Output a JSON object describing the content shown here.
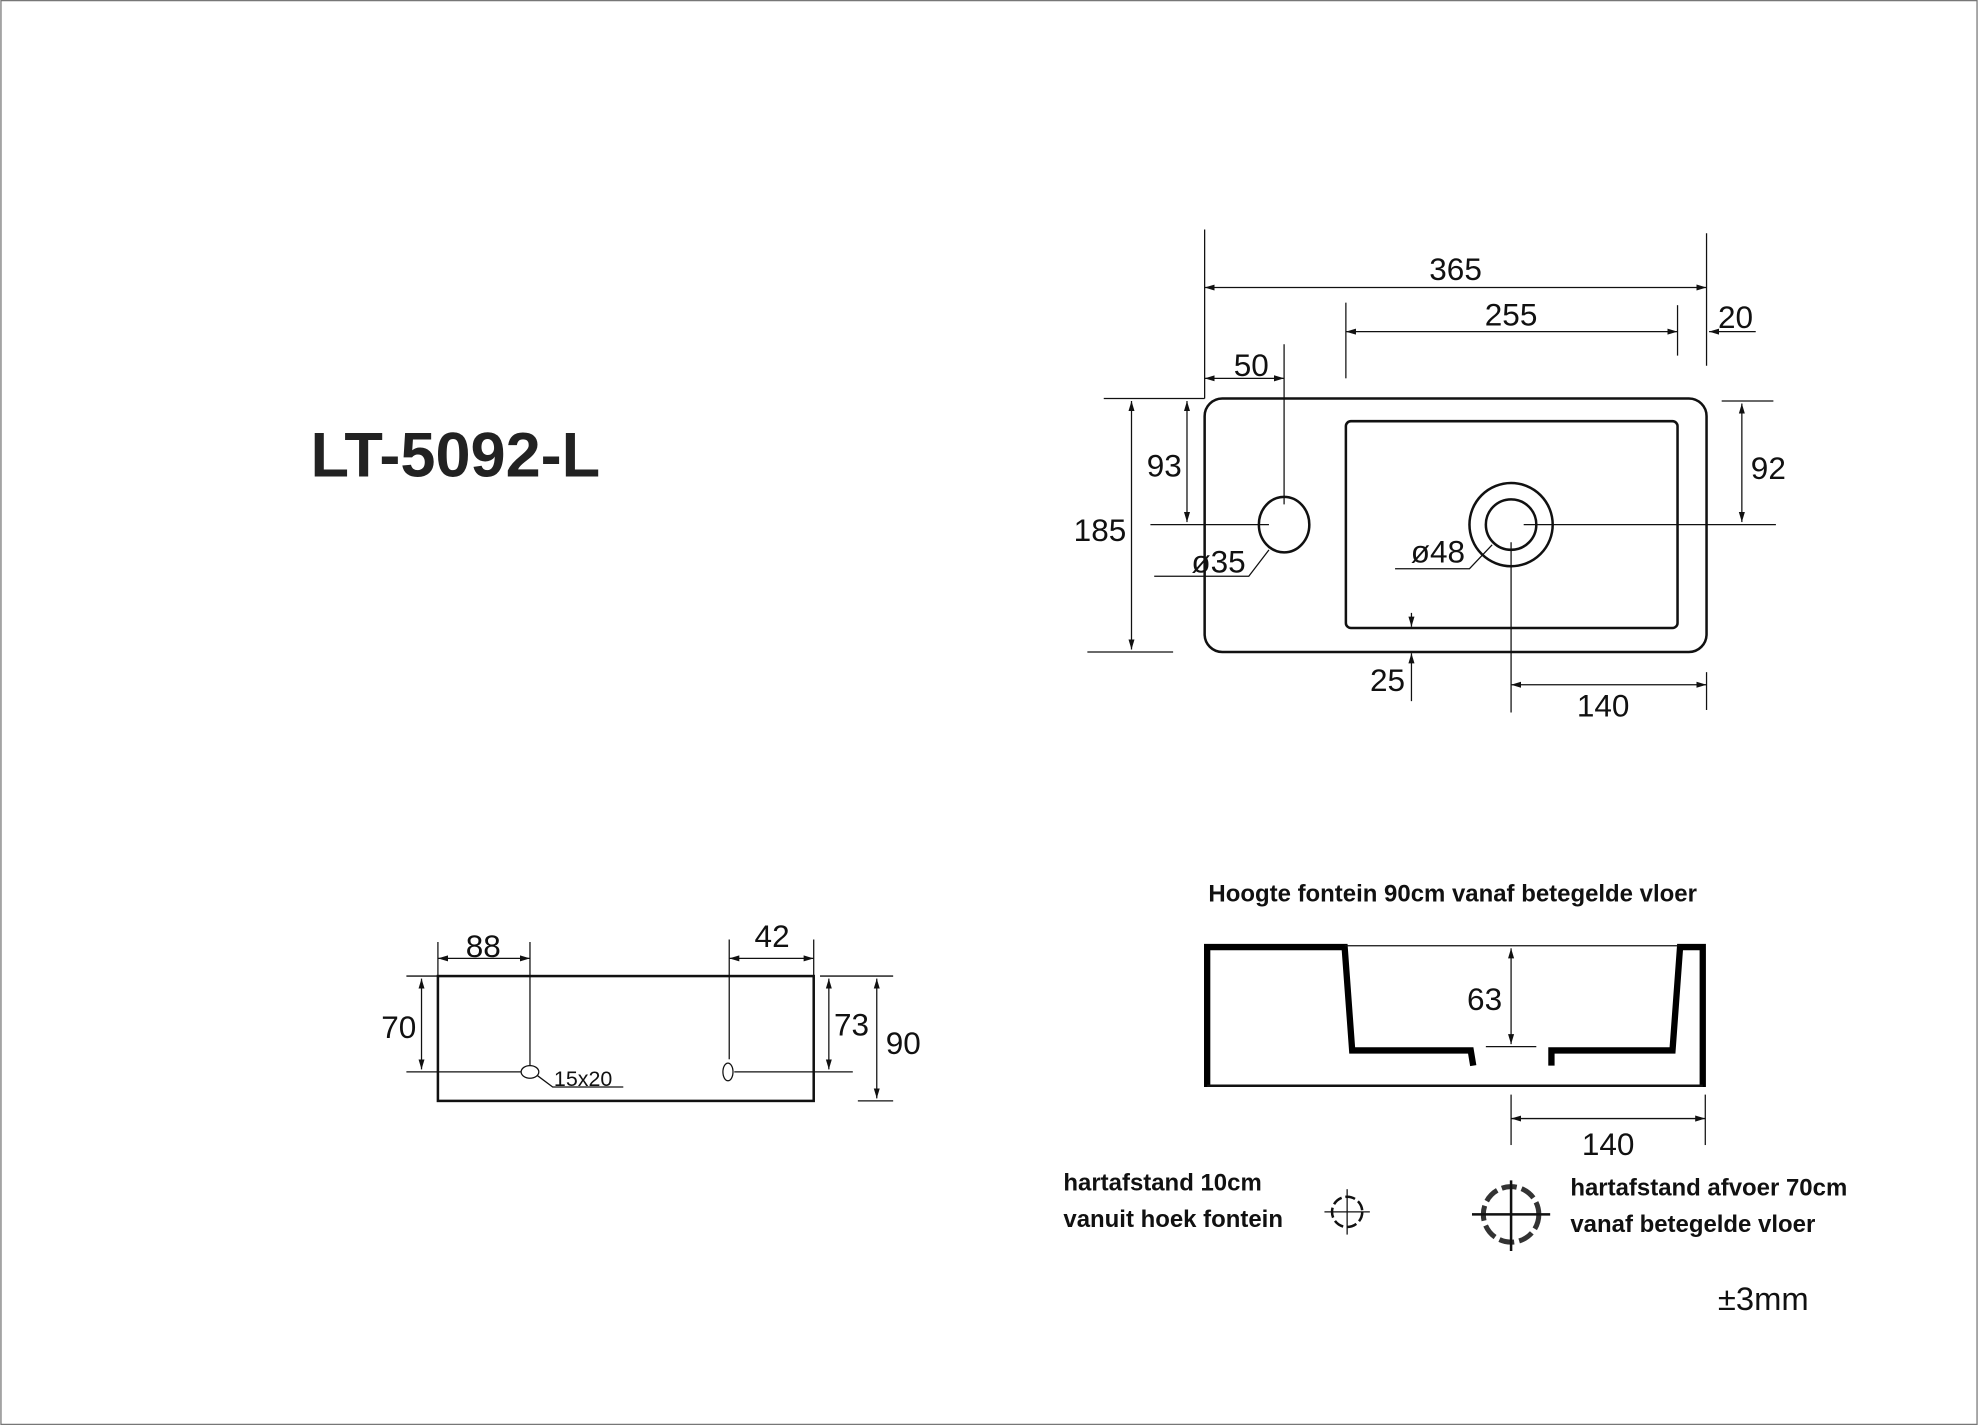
{
  "title": "LT-5092-L",
  "top_view": {
    "width_total": "365",
    "basin_width": "255",
    "right_margin": "20",
    "tap_hole_offset": "50",
    "depth_total": "185",
    "tap_hole_from_back": "93",
    "drain_from_back": "92",
    "tap_hole_diameter": "ø35",
    "drain_diameter": "ø48",
    "front_margin": "25",
    "drain_from_right": "140"
  },
  "side_view": {
    "hole_offset_left": "88",
    "hole_offset_right": "42",
    "hole_height_left": "70",
    "hole_height_right": "73",
    "total_height": "90",
    "slot_size": "15x20"
  },
  "section_view": {
    "heading": "Hoogte fontein 90cm vanaf betegelde vloer",
    "basin_depth": "63",
    "drain_from_right": "140"
  },
  "notes": {
    "tap_center_line1": "hartafstand 10cm",
    "tap_center_line2": "vanuit hoek fontein",
    "drain_center_line1": "hartafstand afvoer 70cm",
    "drain_center_line2": "vanaf betegelde vloer",
    "tolerance": "±3mm"
  }
}
